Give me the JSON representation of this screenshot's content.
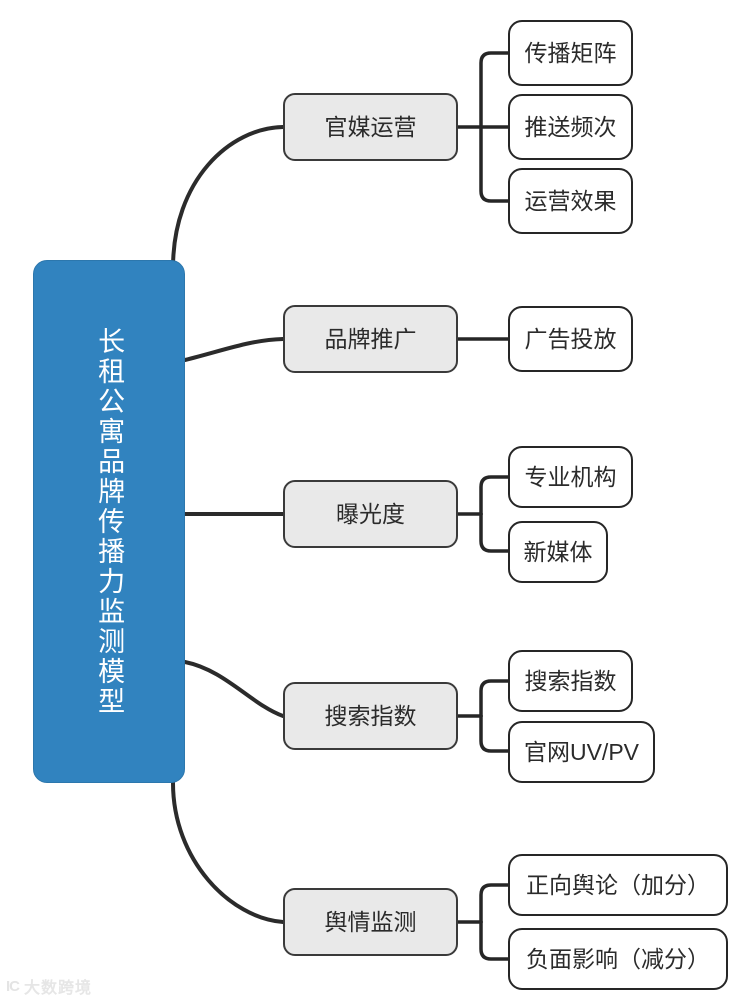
{
  "diagram": {
    "type": "mind-map",
    "title": "长租公寓品牌传播力监测模型",
    "root": {
      "label": "长租公寓品牌传播力监测模型",
      "orientation": "vertical",
      "fill_color": "#3183bf",
      "text_color": "#ffffff"
    },
    "branch_fill_color": "#e9e9e9",
    "leaf_fill_color": "#ffffff",
    "line_color": "#2b2b2b",
    "branches": [
      {
        "label": "官媒运营",
        "children": [
          {
            "label": "传播矩阵"
          },
          {
            "label": "推送频次"
          },
          {
            "label": "运营效果"
          }
        ]
      },
      {
        "label": "品牌推广",
        "children": [
          {
            "label": "广告投放"
          }
        ]
      },
      {
        "label": "曝光度",
        "children": [
          {
            "label": "专业机构"
          },
          {
            "label": "新媒体"
          }
        ]
      },
      {
        "label": "搜索指数",
        "children": [
          {
            "label": "搜索指数"
          },
          {
            "label": "官网UV/PV"
          }
        ]
      },
      {
        "label": "舆情监测",
        "children": [
          {
            "label": "正向舆论（加分）"
          },
          {
            "label": "负面影响（减分）"
          }
        ]
      }
    ]
  },
  "watermark": {
    "mark": "IC",
    "text": "大数跨境"
  }
}
